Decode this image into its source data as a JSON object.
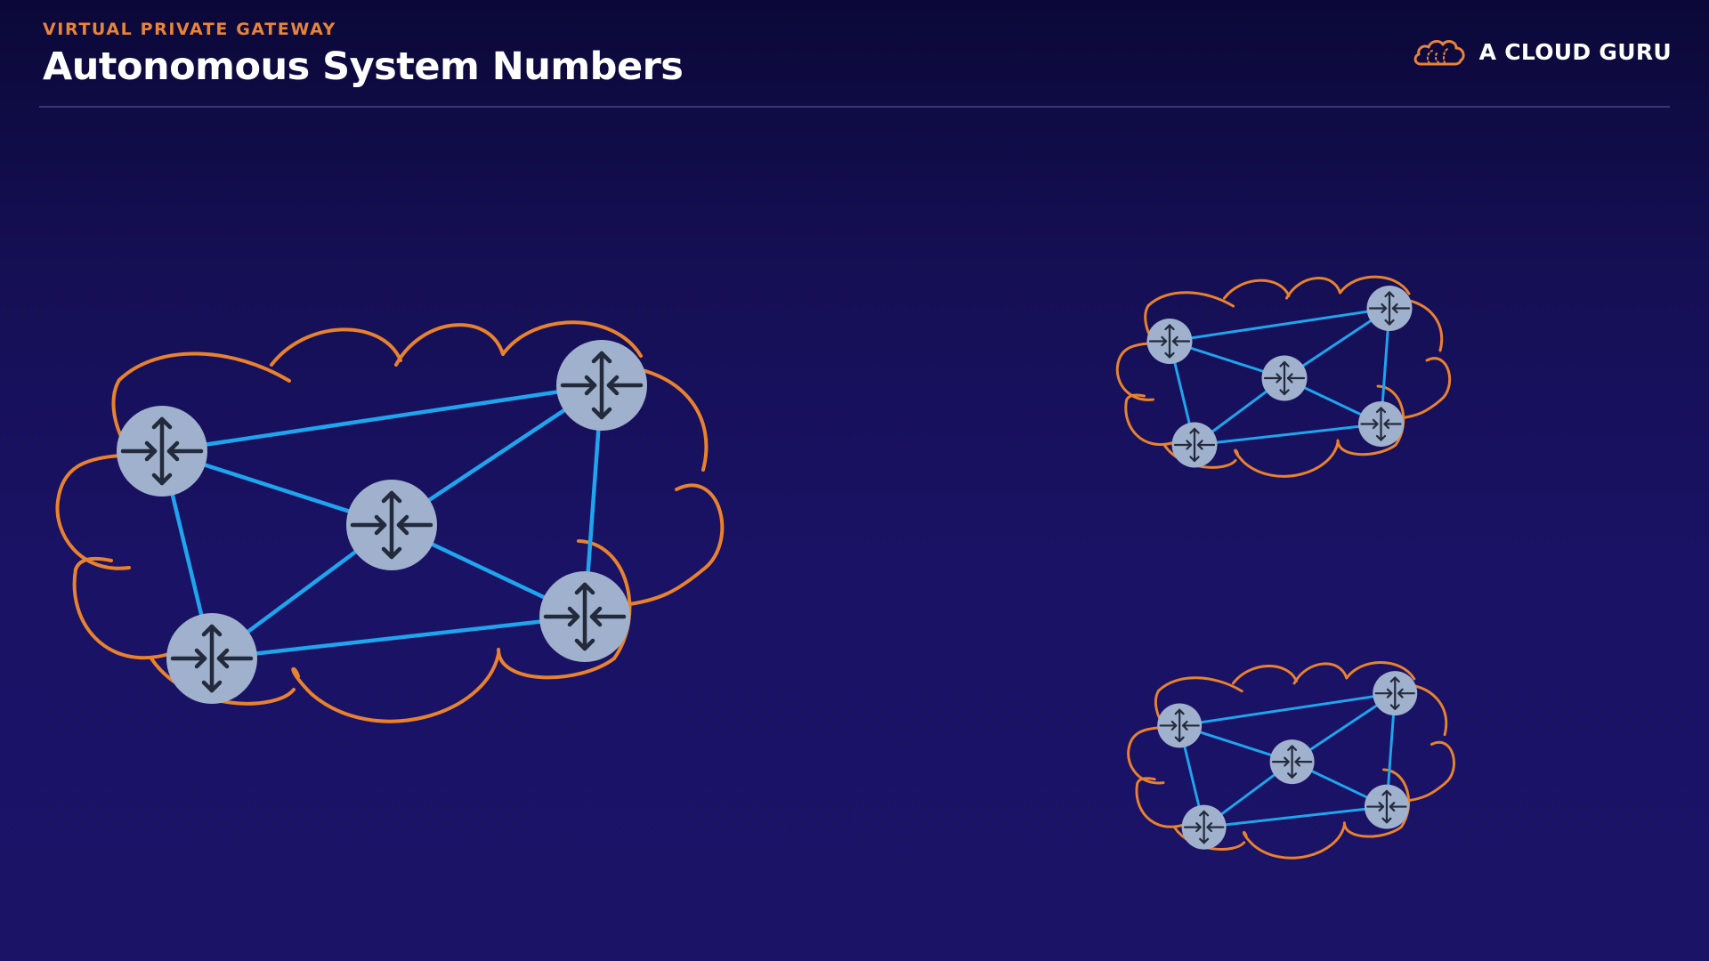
{
  "header": {
    "eyebrow": "VIRTUAL PRIVATE GATEWAY",
    "title": "Autonomous System Numbers"
  },
  "brand": {
    "name": "A CLOUD GURU",
    "icon": "cloud-logo-icon"
  },
  "colors": {
    "cloud_outline": "#e8822e",
    "link": "#1ea5ee",
    "router_fill": "#9fb1cc",
    "router_glyph": "#232a3b",
    "accent": "#e8833a"
  },
  "diagram": {
    "networks": [
      {
        "name": "large-network",
        "routers": 5,
        "links": 8
      },
      {
        "name": "small-network-top",
        "routers": 5,
        "links": 8
      },
      {
        "name": "small-network-bottom",
        "routers": 5,
        "links": 8
      }
    ],
    "router_icon": "router-icon"
  }
}
